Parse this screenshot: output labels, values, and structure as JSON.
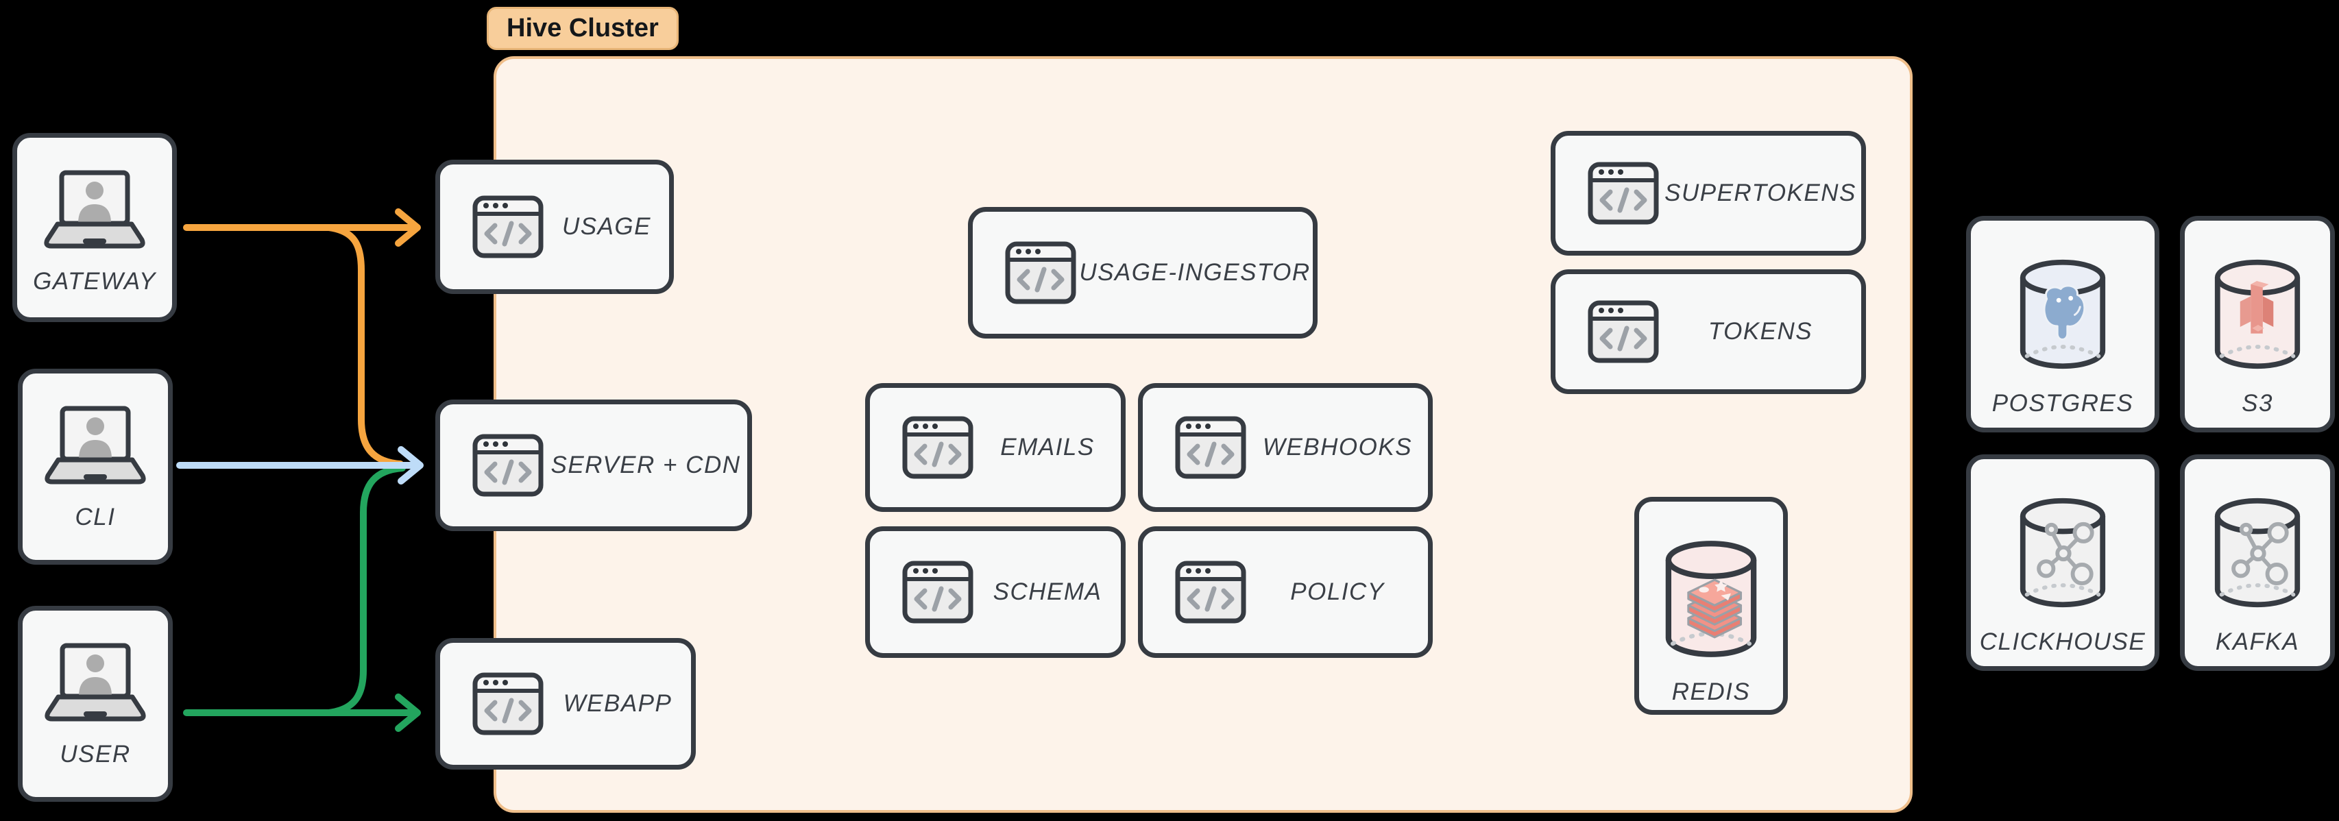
{
  "cluster": {
    "label": "Hive Cluster"
  },
  "clients": {
    "gateway": {
      "label": "GATEWAY",
      "icon": "laptop-user-icon"
    },
    "cli": {
      "label": "CLI",
      "icon": "laptop-user-icon"
    },
    "user": {
      "label": "USER",
      "icon": "laptop-user-icon"
    }
  },
  "services": {
    "usage": {
      "label": "USAGE",
      "icon": "code-window-icon"
    },
    "server_cdn": {
      "label": "SERVER + CDN",
      "icon": "code-window-icon"
    },
    "webapp": {
      "label": "WEBAPP",
      "icon": "code-window-icon"
    },
    "usage_ingestor": {
      "label": "USAGE-INGESTOR",
      "icon": "code-window-icon"
    },
    "emails": {
      "label": "EMAILS",
      "icon": "code-window-icon"
    },
    "webhooks": {
      "label": "WEBHOOKS",
      "icon": "code-window-icon"
    },
    "schema": {
      "label": "SCHEMA",
      "icon": "code-window-icon"
    },
    "policy": {
      "label": "POLICY",
      "icon": "code-window-icon"
    },
    "supertokens": {
      "label": "SUPERTOKENS",
      "icon": "code-window-icon"
    },
    "tokens": {
      "label": "TOKENS",
      "icon": "code-window-icon"
    }
  },
  "datastores": {
    "redis": {
      "label": "REDIS",
      "icon": "redis-database-icon"
    },
    "postgres": {
      "label": "POSTGRES",
      "icon": "postgres-database-icon"
    },
    "s3": {
      "label": "S3",
      "icon": "s3-database-icon"
    },
    "clickhouse": {
      "label": "CLICKHOUSE",
      "icon": "clickhouse-database-icon"
    },
    "kafka": {
      "label": "KAFKA",
      "icon": "kafka-database-icon"
    }
  },
  "edges": [
    {
      "from": "GATEWAY",
      "to": "USAGE",
      "color": "#F6A53F"
    },
    {
      "from": "GATEWAY",
      "to": "SERVER + CDN",
      "color": "#F6A53F"
    },
    {
      "from": "CLI",
      "to": "SERVER + CDN",
      "color": "#BEDCF8"
    },
    {
      "from": "USER",
      "to": "SERVER + CDN",
      "color": "#23A55E"
    },
    {
      "from": "USER",
      "to": "WEBAPP",
      "color": "#23A55E"
    }
  ],
  "colors": {
    "background": "#000000",
    "cluster_fill": "#FDF3EA",
    "cluster_border": "#EFBE8A",
    "cluster_badge_fill": "#F8CE9B",
    "node_fill": "#F7F8F8",
    "node_border": "#363B42",
    "label_text": "#3A3F46",
    "arrow_orange": "#F6A53F",
    "arrow_blue": "#BEDCF8",
    "arrow_green": "#23A55E",
    "redis_accent": "#F29287",
    "postgres_accent": "#8CABCF",
    "s3_accent": "#E8968C"
  }
}
